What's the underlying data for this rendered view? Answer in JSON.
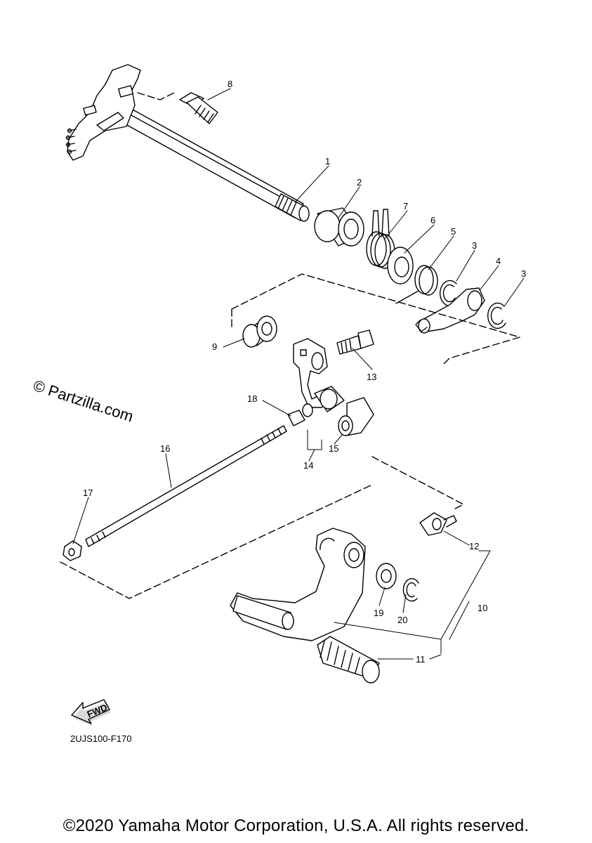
{
  "watermark": "© Partzilla.com",
  "callouts": [
    "1",
    "2",
    "3",
    "3",
    "4",
    "5",
    "6",
    "7",
    "8",
    "9",
    "10",
    "11",
    "12",
    "13",
    "14",
    "15",
    "16",
    "17",
    "18",
    "19",
    "20"
  ],
  "fwd_badge": "FWD",
  "diagram_code": "2UJS100-F170",
  "copyright": "©2020 Yamaha Motor Corporation, U.S.A. All rights reserved."
}
